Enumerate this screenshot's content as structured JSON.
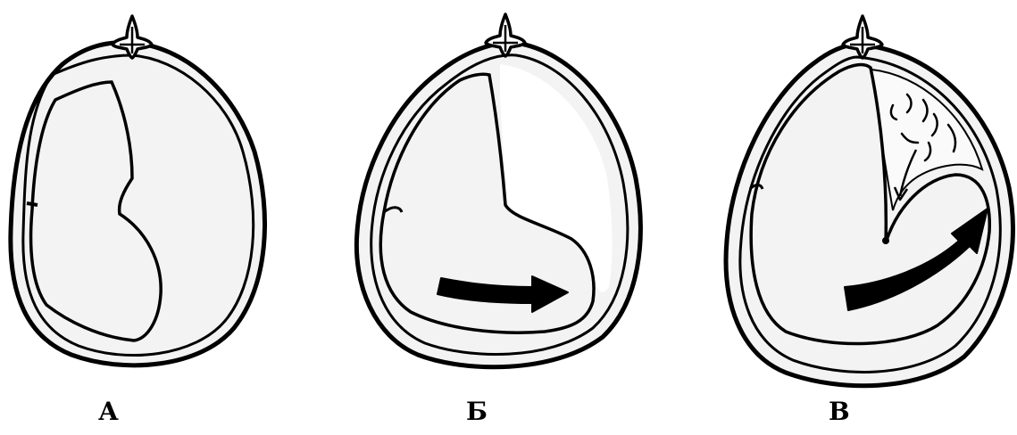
{
  "figure": {
    "panels": [
      {
        "id": "a",
        "label": "А"
      },
      {
        "id": "b",
        "label": "Б"
      },
      {
        "id": "c",
        "label": "В"
      }
    ],
    "colors": {
      "ink": "#000000",
      "fill": "#f3f3f3",
      "paper": "#ffffff"
    }
  }
}
